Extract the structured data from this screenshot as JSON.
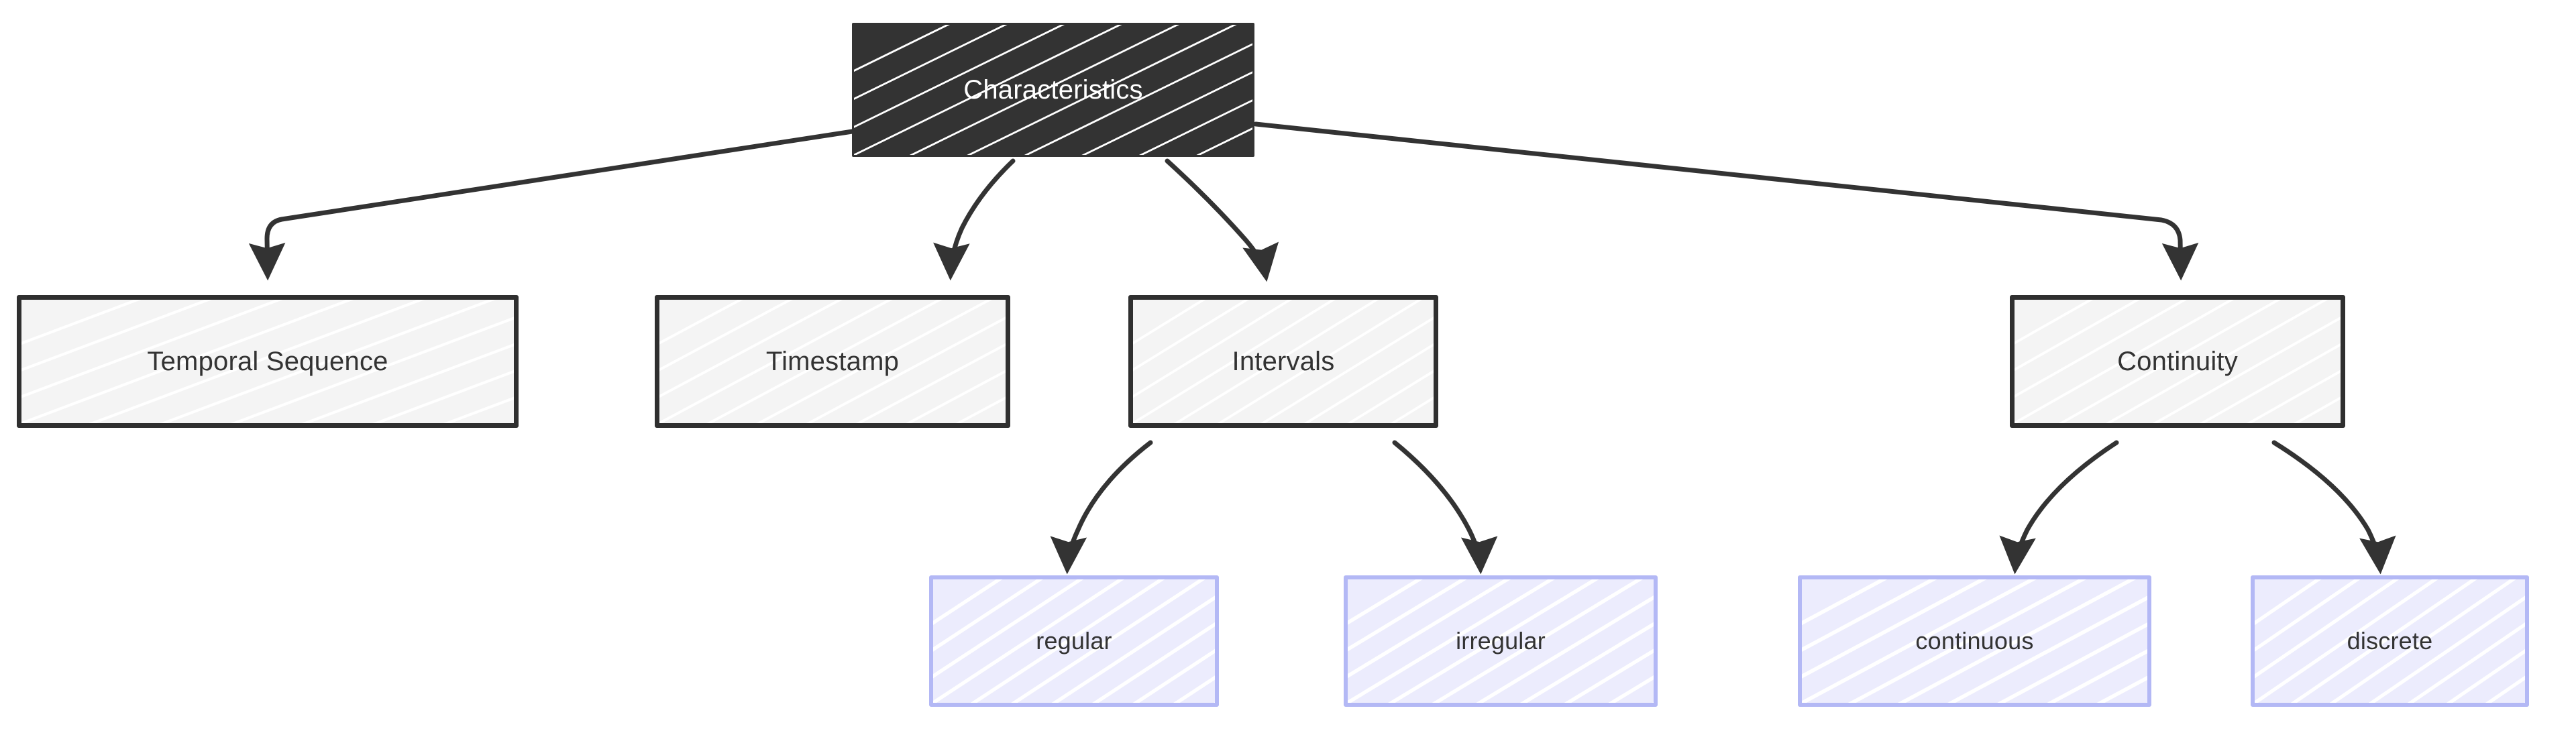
{
  "diagram": {
    "title": "Characteristics",
    "type": "flowchart-td",
    "background": "#ffffff",
    "style": "hand-drawn",
    "colors": {
      "root_fill": "#333333",
      "root_text": "#ffffff",
      "branch_fill": "#f4f4f4",
      "branch_stroke": "#2f2f2f",
      "branch_text": "#333333",
      "leaf_fill": "#ececfd",
      "leaf_stroke": "#b3b8f5",
      "leaf_text": "#333333",
      "edge_stroke": "#333333"
    }
  },
  "nodes": {
    "root": {
      "label": "Characteristics"
    },
    "branches": [
      {
        "id": "temporal-sequence",
        "label": "Temporal Sequence"
      },
      {
        "id": "timestamp",
        "label": "Timestamp"
      },
      {
        "id": "intervals",
        "label": "Intervals"
      },
      {
        "id": "continuity",
        "label": "Continuity"
      }
    ],
    "leaves": [
      {
        "id": "regular",
        "label": "regular",
        "parent": "intervals"
      },
      {
        "id": "irregular",
        "label": "irregular",
        "parent": "intervals"
      },
      {
        "id": "continuous",
        "label": "continuous",
        "parent": "continuity"
      },
      {
        "id": "discrete",
        "label": "discrete",
        "parent": "continuity"
      }
    ]
  },
  "edges": [
    {
      "from": "Characteristics",
      "to": "Temporal Sequence"
    },
    {
      "from": "Characteristics",
      "to": "Timestamp"
    },
    {
      "from": "Characteristics",
      "to": "Intervals"
    },
    {
      "from": "Characteristics",
      "to": "Continuity"
    },
    {
      "from": "Intervals",
      "to": "regular"
    },
    {
      "from": "Intervals",
      "to": "irregular"
    },
    {
      "from": "Continuity",
      "to": "continuous"
    },
    {
      "from": "Continuity",
      "to": "discrete"
    }
  ]
}
